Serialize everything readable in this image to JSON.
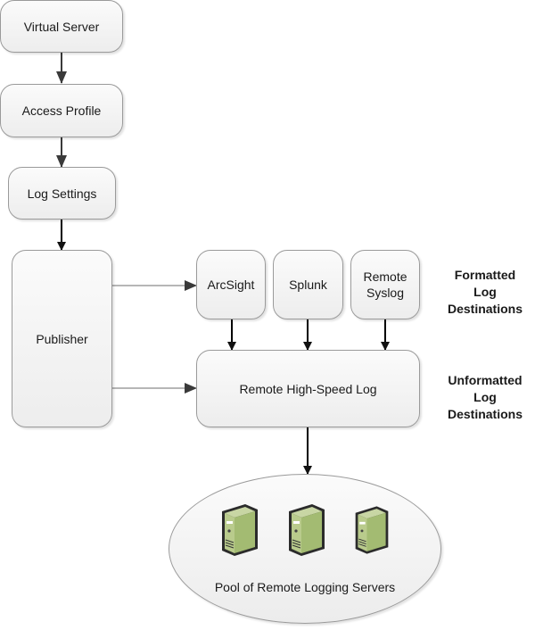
{
  "diagram": {
    "nodes": {
      "virtual_server": "Virtual Server",
      "access_profile": "Access Profile",
      "log_settings": "Log Settings",
      "publisher": "Publisher",
      "arcsight": "ArcSight",
      "splunk": "Splunk",
      "remote_syslog_line1": "Remote",
      "remote_syslog_line2": "Syslog",
      "remote_hsl": "Remote High-Speed Log",
      "pool": "Pool of Remote Logging Servers"
    },
    "labels": {
      "formatted_line1": "Formatted",
      "formatted_line2": "Log Destinations",
      "unformatted_line1": "Unformatted",
      "unformatted_line2": "Log Destinations"
    },
    "servers": [
      "server-icon",
      "server-icon",
      "server-icon"
    ],
    "colors": {
      "box_border": "#9a9a9a",
      "arrow": "#000000",
      "server_green": "#9bb36a"
    }
  }
}
